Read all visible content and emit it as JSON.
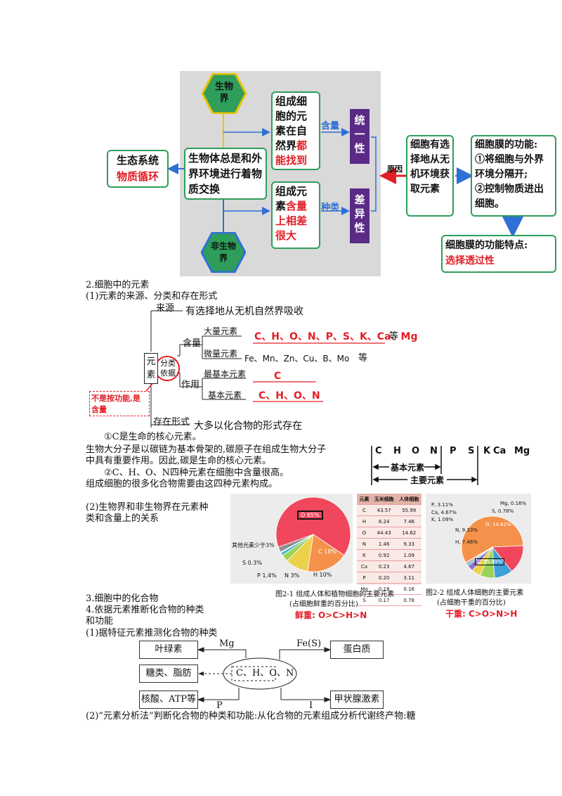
{
  "top_diagram": {
    "bio_world": "生物界",
    "nonbio_world": "非生物界",
    "center": "生物体总是和外界环境进行着物质交换",
    "ecosystem_line1": "生态系统",
    "ecosystem_line2": "物质循环",
    "unity_box_plain": "组成细胞的元素在自然界",
    "unity_box_red": "都能找到",
    "diff_box_plain": "组成元素",
    "diff_box_red": "含量上相差很大",
    "content_label": "含量",
    "type_label": "种类",
    "unity": "统一性",
    "diff": "差异性",
    "reason": "原因",
    "cell_select": "细胞有选择地从无机环境获取元素",
    "membrane_func_title": "细胞膜的功能:",
    "membrane_func_1": "①将细胞与外界环境分隔开;",
    "membrane_func_2": "②控制物质进出细胞。",
    "membrane_feature_title": "细胞膜的功能特点:",
    "membrane_feature": "选择透过性"
  },
  "sec2_title": "2.细胞中的元素",
  "sec2_1_title": "(1)元素的来源、分类和存在形式",
  "tree": {
    "element": "元素",
    "basis": "分类依据",
    "source": "来源",
    "source_text": "有选择地从无机自然界吸收",
    "content": "含量",
    "macro": "大量元素",
    "macro_list": "C、H、O、N、P、S、K、Ca、Mg",
    "macro_suffix": "等",
    "micro": "微量元素",
    "micro_list": "Fe、Mn、Zn、Cu、B、Mo",
    "micro_suffix": "等",
    "role": "作用",
    "most_basic": "最基本元素",
    "most_basic_val": "C",
    "basic": "基本元素",
    "basic_val": "C、H、O、N",
    "note": "不是按功能,是含量",
    "form": "存在形式",
    "form_text": "大多以化合物的形式存在"
  },
  "notes": {
    "n1": "①C是生命的核心元素。",
    "n2": "生物大分子是以碳链为基本骨架的,碳原子在组成生物大分子",
    "n3": "中具有重要作用。因此,碳是生命的核心元素。",
    "n4": "②C、H、O、N四种元素在细胞中含量很高。",
    "n5": "组成细胞的很多化合物需要由这四种元素构成。"
  },
  "element_bar": {
    "letters": [
      "C",
      "H",
      "O",
      "N",
      "P",
      "S",
      "K",
      "Ca",
      "Mg"
    ],
    "basic_label": "基本元素",
    "main_label": "主要元素"
  },
  "sec2_2_line1": "(2)生物界和非生物界在元素种",
  "sec2_2_line2": "类和含量上的关系",
  "pie1": {
    "labels": [
      "O 65%",
      "C 18%",
      "H 10%",
      "N 3%",
      "P 1.4%",
      "S 0.3%",
      "其他元素少于3%"
    ],
    "caption1": "图2-1 组成人体和植物细胞的主要元素",
    "caption2": "(占细胞鲜重的百分比)",
    "fresh": "鲜重: O>C>H>N"
  },
  "chart_data": [
    {
      "type": "pie",
      "labels": [
        "O",
        "C",
        "H",
        "N",
        "P",
        "S",
        "其他元素"
      ],
      "values": [
        65,
        18,
        10,
        3,
        1.4,
        0.3,
        2.3
      ]
    },
    {
      "type": "table",
      "columns": [
        "元素",
        "玉米细胞",
        "人体细胞"
      ],
      "rows": [
        [
          "C",
          "43.57",
          "55.99"
        ],
        [
          "H",
          "6.24",
          "7.46"
        ],
        [
          "O",
          "44.43",
          "14.62"
        ],
        [
          "N",
          "1.46",
          "9.33"
        ],
        [
          "K",
          "0.92",
          "1.09"
        ],
        [
          "Ca",
          "0.23",
          "4.67"
        ],
        [
          "P",
          "0.20",
          "3.11"
        ],
        [
          "Mg",
          "0.18",
          "0.16"
        ],
        [
          "S",
          "0.17",
          "0.78"
        ]
      ]
    },
    {
      "type": "pie",
      "labels": [
        "C",
        "O",
        "N",
        "H",
        "Ca",
        "P",
        "K",
        "S",
        "Mg"
      ],
      "values": [
        55.99,
        14.62,
        9.33,
        7.46,
        4.67,
        3.11,
        1.09,
        0.78,
        0.16
      ]
    }
  ],
  "pie2": {
    "labels": [
      "C, 55.99%",
      "O, 14.62%",
      "N, 9.33%",
      "H, 7.46%",
      "Ca, 4.67%",
      "P, 3.11%",
      "K, 1.09%",
      "S, 0.78%",
      "Mg, 0.16%"
    ],
    "caption1": "图2-2 组成人体细胞的主要元素",
    "caption2": "(占细胞干重的百分比)",
    "dry": "干重: C>O>N>H"
  },
  "sec3_title": "3.细胞中的化合物",
  "sec4_line1": "4.依据元素推断化合物的种类",
  "sec4_line2": "和功能",
  "sec4_1_title": "(1)据特征元素推测化合物的种类",
  "compound": {
    "chlorophyll": "叶绿素",
    "sugar_fat": "糖类、脂肪",
    "nucleic": "核酸、ATP等",
    "protein": "蛋白质",
    "thyroid": "甲状腺激素",
    "center": "C、H、O、N",
    "mg": "Mg",
    "fe": "Fe(S)",
    "p": "P",
    "i": "I"
  },
  "sec4_2": "(2)”元素分析法”判断化合物的种类和功能:从化合物的元素组成分析代谢终产物:糖"
}
